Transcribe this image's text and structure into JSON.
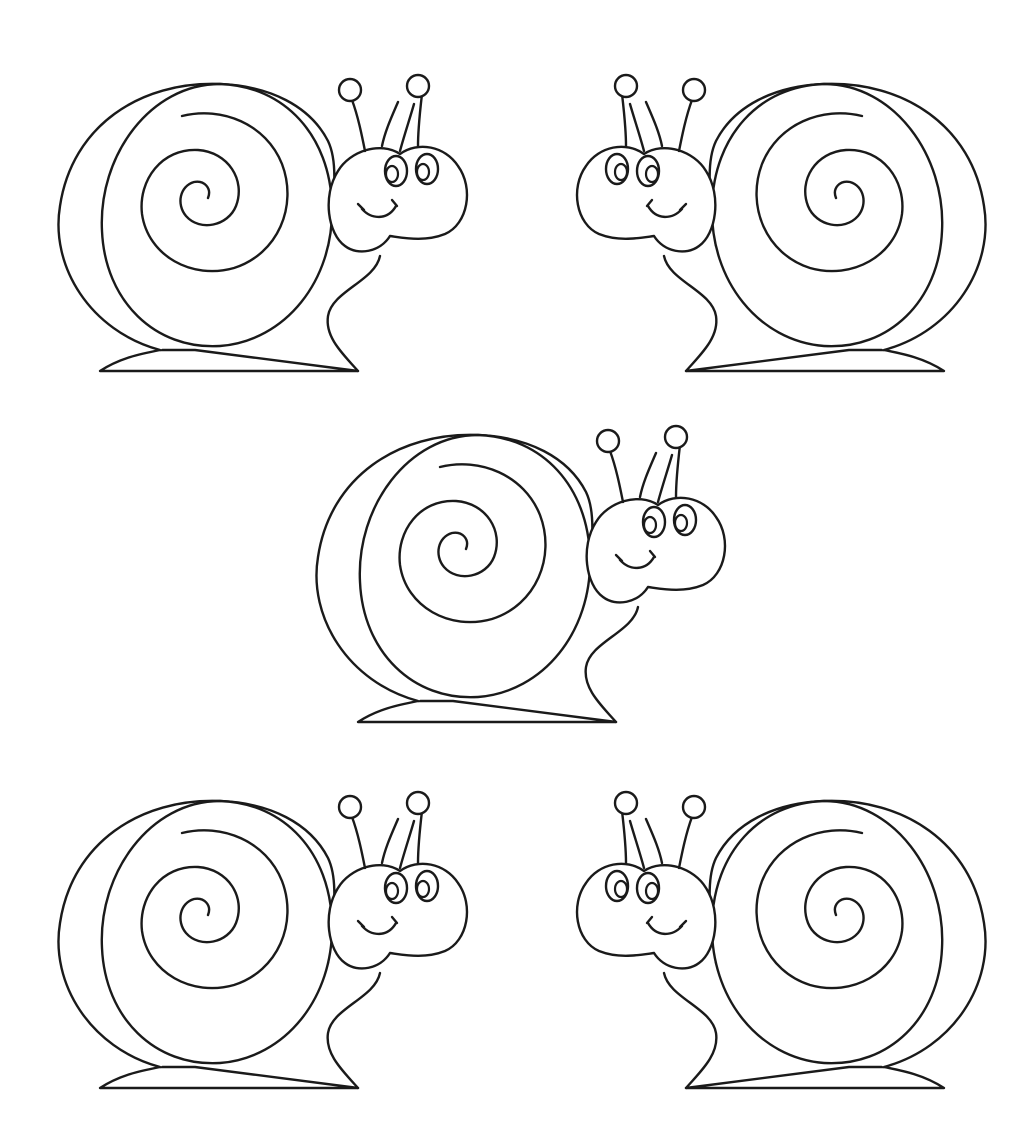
{
  "page": {
    "kind": "coloring-sheet",
    "background": "#ffffff",
    "ink": "#1a1a1a"
  },
  "snails": [
    {
      "id": "top-left",
      "facing": "right"
    },
    {
      "id": "top-right",
      "facing": "left"
    },
    {
      "id": "middle",
      "facing": "right"
    },
    {
      "id": "bottom-left",
      "facing": "right"
    },
    {
      "id": "bottom-right",
      "facing": "left"
    }
  ]
}
